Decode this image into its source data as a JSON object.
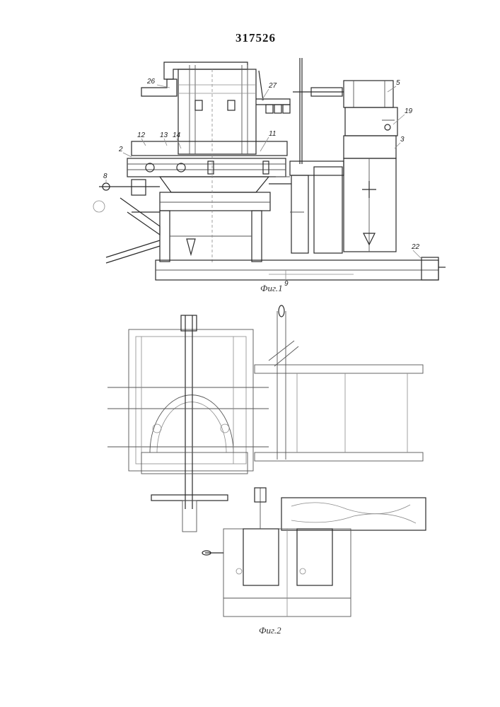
{
  "patent_number": "317526",
  "figures": [
    {
      "caption": "Фиг.1",
      "callouts": [
        "26",
        "27",
        "5",
        "19",
        "3",
        "12",
        "13",
        "14",
        "11",
        "2",
        "8",
        "22",
        "9"
      ]
    },
    {
      "caption": "Фиг.2"
    }
  ]
}
